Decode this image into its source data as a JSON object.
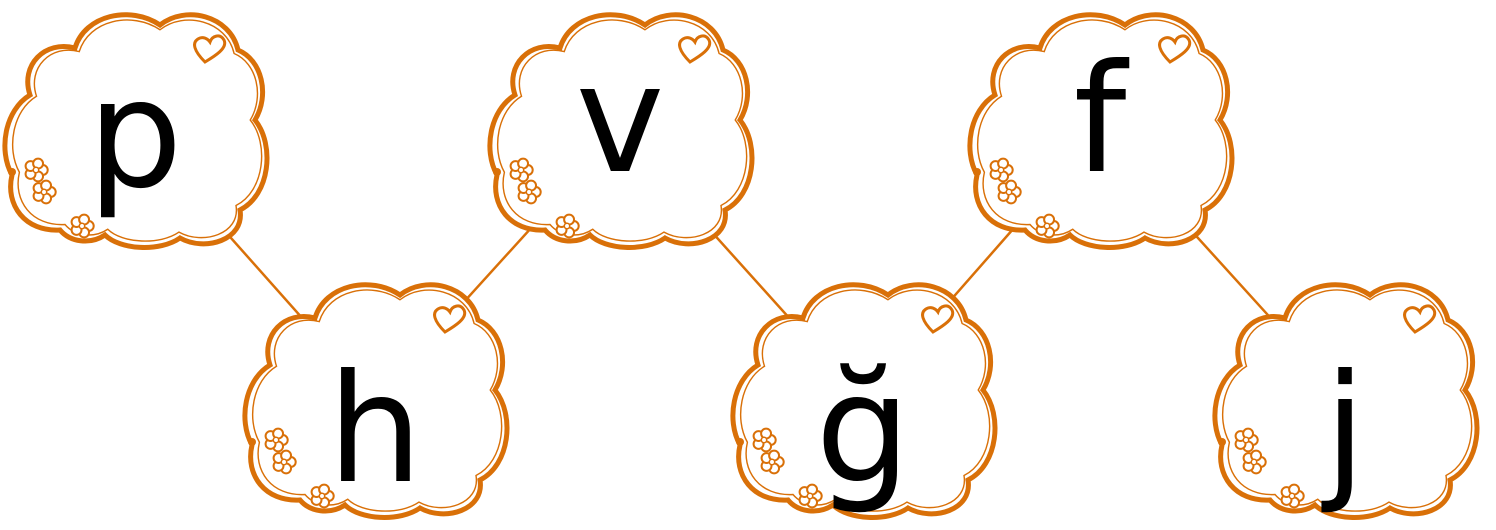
{
  "colors": {
    "cloud_stroke": "#d97008",
    "line": "#d97008",
    "letter": "#000000",
    "background": "#ffffff"
  },
  "clouds": [
    {
      "letter": "p"
    },
    {
      "letter": "h"
    },
    {
      "letter": "v"
    },
    {
      "letter": "ğ"
    },
    {
      "letter": "f"
    },
    {
      "letter": "j"
    }
  ],
  "connections": [
    [
      0,
      1
    ],
    [
      1,
      2
    ],
    [
      2,
      3
    ],
    [
      3,
      4
    ],
    [
      4,
      5
    ]
  ]
}
